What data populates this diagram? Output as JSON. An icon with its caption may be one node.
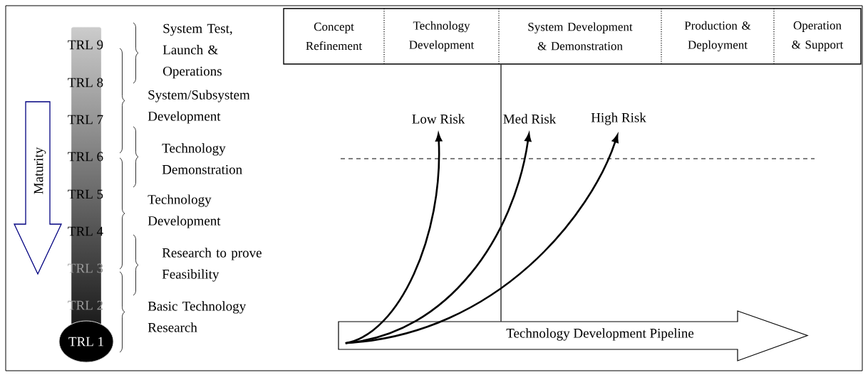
{
  "diagram": {
    "nodes": [
      {
        "text": [],
        "shape": "box"
      },
      {
        "text": [
          "Concept Refinement"
        ],
        "in": 0
      },
      {
        "text": [
          "Technology Development"
        ],
        "in": 0
      },
      {
        "text": [
          "System Development & Demonstration"
        ],
        "in": 0
      },
      {
        "text": [
          "Production & Deployment"
        ],
        "in": 0
      },
      {
        "text": [
          "Operation & Support"
        ],
        "in": 0
      },
      {
        "text": [
          "Maturity"
        ]
      },
      {
        "text": [
          "TRL 1"
        ]
      },
      {
        "text": [
          "Low Risk"
        ]
      },
      {
        "text": [
          "Med Risk"
        ]
      },
      {
        "text": [
          "High Risk"
        ]
      },
      {
        "text": [
          "Technology Development Pipeline"
        ]
      }
    ],
    "edges": [
      {
        "from": 11,
        "to": 8,
        "arrow": "to"
      },
      {
        "from": 11,
        "to": 9,
        "arrow": "to"
      },
      {
        "from": 11,
        "to": 10,
        "arrow": "to"
      },
      {
        "from": 0,
        "to": 11,
        "arrow": "none"
      }
    ],
    "labels": [
      "TRL 9",
      "TRL 8",
      "TRL 7",
      "TRL 6",
      "TRL 5",
      "TRL 4",
      "TRL 3",
      "TRL 2",
      "System Test, Launch & Operations",
      "System/Subsystem Development",
      "Technology Demonstration",
      "Technology Development",
      "Research to prove Feasibility",
      "Basic Technology Research"
    ]
  }
}
